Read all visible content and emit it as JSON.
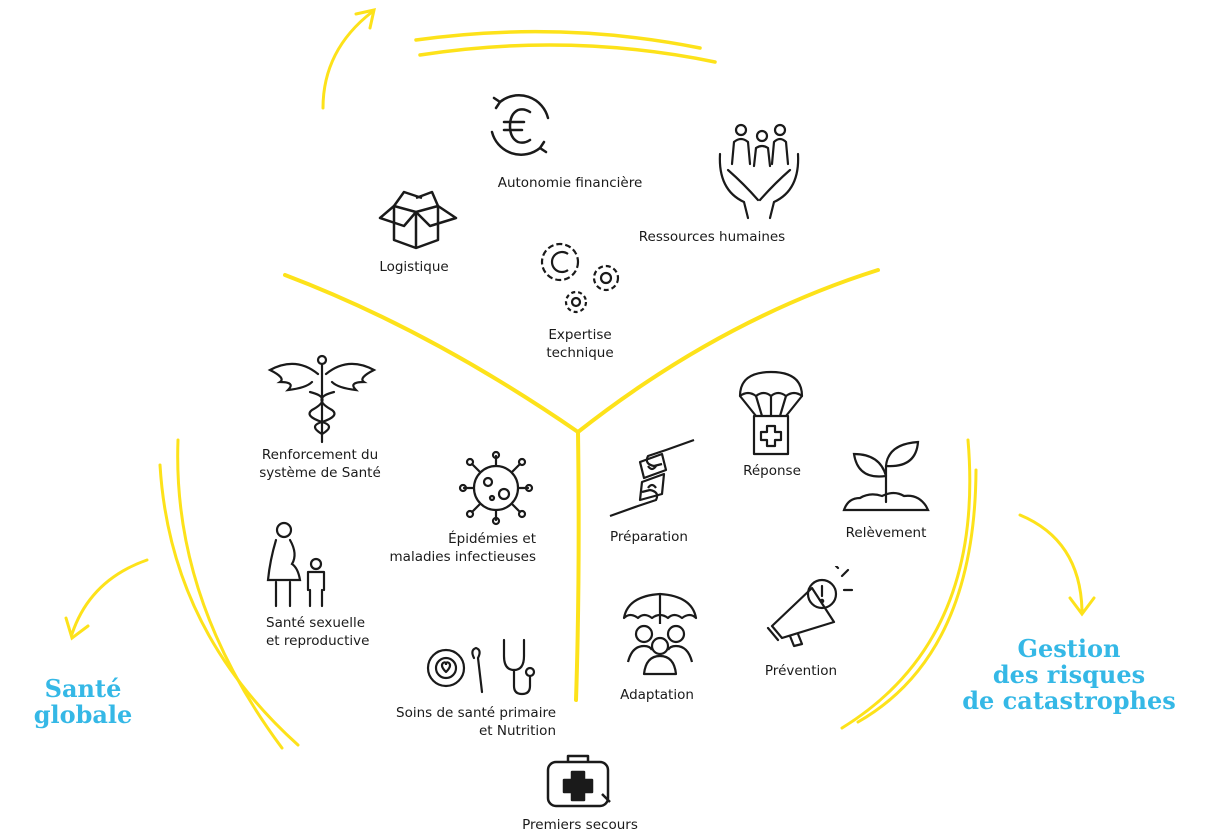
{
  "colors": {
    "accent": "#fde21a",
    "title": "#35b8e6",
    "ink": "#1a1a1a"
  },
  "nodes": {
    "autonomie": {
      "label": "Autonomie financière",
      "icon": "euro-cycle-icon"
    },
    "ressources": {
      "label": "Ressources humaines",
      "icon": "hands-family-icon"
    },
    "logistique": {
      "label": "Logistique",
      "icon": "box-icon"
    },
    "expertise": {
      "line1": "Expertise",
      "line2": "technique",
      "icon": "gears-icon"
    },
    "renforcement": {
      "line1": "Renforcement du",
      "line2": "système de Santé",
      "icon": "caduceus-icon"
    },
    "epidemies": {
      "line1": "Épidémies et",
      "line2": "maladies infectieuses",
      "icon": "virus-icon"
    },
    "sante_sexuelle": {
      "line1": "Santé sexuelle",
      "line2": "et reproductive",
      "icon": "mother-child-icon"
    },
    "soins": {
      "line1": "Soins de santé primaire",
      "line2": "et Nutrition",
      "icon": "plate-stethoscope-icon"
    },
    "reponse": {
      "label": "Réponse",
      "icon": "parachute-box-icon"
    },
    "releve": {
      "label": "Relèvement",
      "icon": "sprout-icon"
    },
    "preparation": {
      "label": "Préparation",
      "icon": "puzzle-hands-icon"
    },
    "adaptation": {
      "label": "Adaptation",
      "icon": "umbrella-people-icon"
    },
    "prevention": {
      "label": "Prévention",
      "icon": "megaphone-icon"
    },
    "premiers": {
      "label": "Premiers secours",
      "icon": "first-aid-kit-icon"
    }
  },
  "sections": {
    "sante": {
      "line1": "Santé",
      "line2": "globale"
    },
    "gestion": {
      "line1": "Gestion",
      "line2": "des risques",
      "line3": "de catastrophes"
    }
  }
}
